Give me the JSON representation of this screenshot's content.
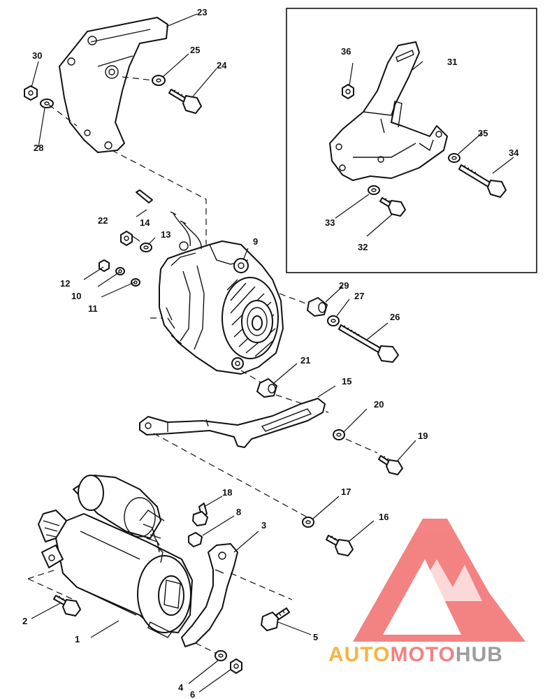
{
  "callouts": [
    "1",
    "2",
    "3",
    "4",
    "5",
    "6",
    "8",
    "9",
    "10",
    "11",
    "12",
    "13",
    "14",
    "15",
    "16",
    "17",
    "18",
    "19",
    "20",
    "21",
    "22",
    "23",
    "24",
    "25",
    "26",
    "27",
    "28",
    "29",
    "30",
    "31",
    "32",
    "33",
    "34",
    "35",
    "36"
  ],
  "watermark": {
    "part1": "AUTO",
    "part2": "MOTO",
    "part3": "HUB",
    "color_orange": "#f5a623",
    "color_red": "#f26d6d",
    "color_gray": "#8c8c8c"
  }
}
